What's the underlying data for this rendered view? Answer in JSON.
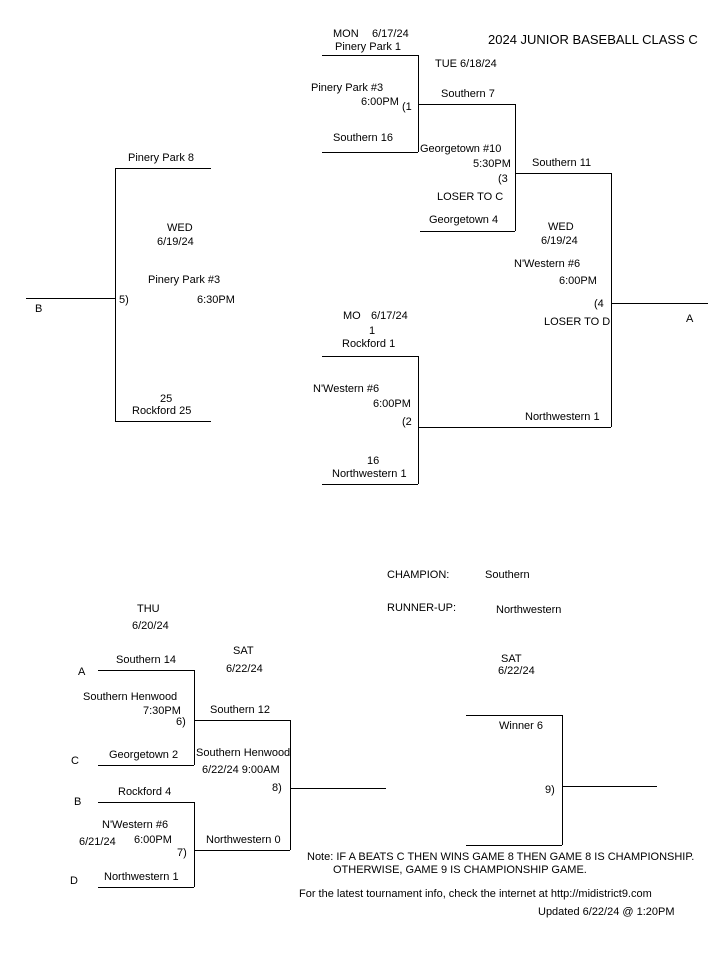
{
  "title": "2024 JUNIOR BASEBALL CLASS C",
  "game1": {
    "day": "MON",
    "date": "6/17/24",
    "team_top": "Pinery Park 1",
    "venue": "Pinery Park #3",
    "time": "6:00PM",
    "game_no": "(1",
    "team_bottom": "Southern 16"
  },
  "game2": {
    "day": "MO",
    "date": "6/17/24",
    "seed_top": "1",
    "team_top": "Rockford 1",
    "venue": "N'Western #6",
    "time": "6:00PM",
    "game_no": "(2",
    "seed_bottom": "16",
    "team_bottom": "Northwestern 1"
  },
  "game3": {
    "day_date": "TUE 6/18/24",
    "team_top": "Southern 7",
    "venue": "Georgetown #10",
    "time": "5:30PM",
    "game_no": "(3",
    "loser_to": "LOSER TO C",
    "team_bottom": "Georgetown 4"
  },
  "game4": {
    "team_top": "Southern 11",
    "day": "WED",
    "date": "6/19/24",
    "venue": "N'Western #6",
    "time": "6:00PM",
    "game_no": "(4",
    "loser_to": "LOSER TO D",
    "team_bottom": "Northwestern 1",
    "out_label": "A"
  },
  "game5": {
    "team_top": "Pinery Park 8",
    "day": "WED",
    "date": "6/19/24",
    "venue": "Pinery Park #3",
    "time": "6:30PM",
    "game_no": "5)",
    "seed_bottom": "25",
    "team_bottom": "Rockford 25",
    "out_label": "B"
  },
  "results": {
    "champion_label": "CHAMPION:",
    "champion": "Southern",
    "runner_up_label": "RUNNER-UP:",
    "runner_up": "Northwestern"
  },
  "game6": {
    "day": "THU",
    "date": "6/20/24",
    "label_top": "A",
    "team_top": "Southern 14",
    "venue": "Southern Henwood",
    "time": "7:30PM",
    "game_no": "6)",
    "label_bottom": "C",
    "team_bottom": "Georgetown 2"
  },
  "game7": {
    "label_top": "B",
    "team_top": "Rockford 4",
    "venue": "N'Western #6",
    "date": "6/21/24",
    "time": "6:00PM",
    "game_no": "7)",
    "label_bottom": "D",
    "team_bottom": "Northwestern 1"
  },
  "game8": {
    "day": "SAT",
    "date": "6/22/24",
    "team_top": "Southern 12",
    "venue": "Southern Henwood",
    "date_time": "6/22/24   9:00AM",
    "game_no": "8)",
    "team_bottom": "Northwestern 0"
  },
  "game9": {
    "day": "SAT",
    "date": "6/22/24",
    "team_top": "Winner 6",
    "game_no": "9)"
  },
  "footer": {
    "note_line1": "Note: IF A BEATS C THEN WINS GAME 8 THEN GAME 8 IS CHAMPIONSHIP.",
    "note_line2": "OTHERWISE, GAME 9 IS CHAMPIONSHIP GAME.",
    "info": "For the latest tournament info, check the internet at http://midistrict9.com",
    "updated": "Updated  6/22/24 @  1:20PM"
  }
}
